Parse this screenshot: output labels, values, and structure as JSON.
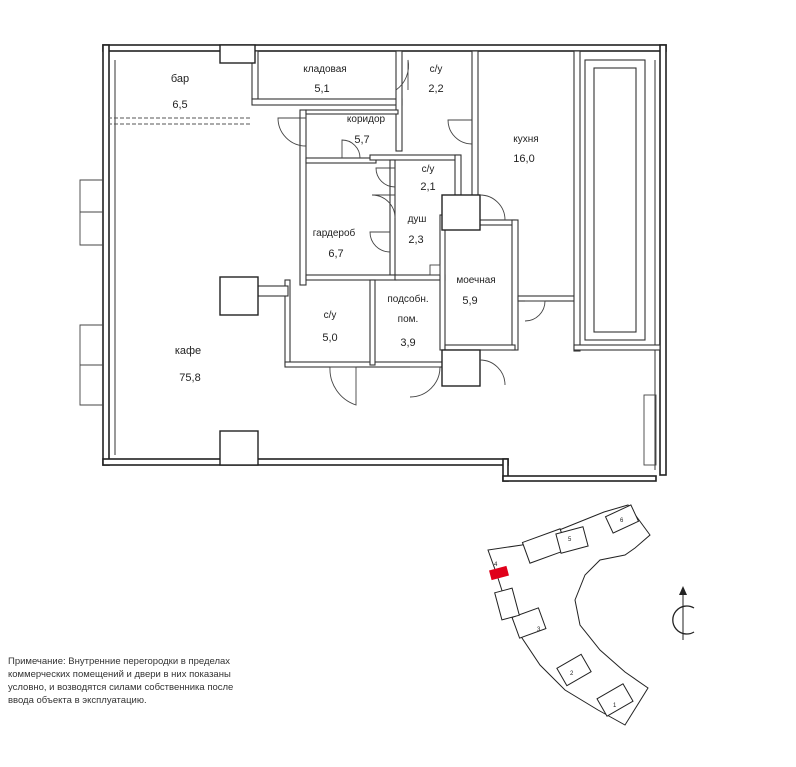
{
  "rooms": [
    {
      "name": "бар",
      "area": "6,5"
    },
    {
      "name": "кладовая",
      "area": "5,1"
    },
    {
      "name": "с/у",
      "area": "2,2"
    },
    {
      "name": "коридор",
      "area": "5,7"
    },
    {
      "name": "кухня",
      "area": "16,0"
    },
    {
      "name": "с/у",
      "area": "2,1"
    },
    {
      "name": "гардероб",
      "area": "6,7"
    },
    {
      "name": "душ",
      "area": "2,3"
    },
    {
      "name": "моечная",
      "area": "5,9"
    },
    {
      "name": "с/у",
      "area": "5,0"
    },
    {
      "name": "подсобн.",
      "name2": "пом.",
      "area": "3,9"
    },
    {
      "name": "кафе",
      "area": "75,8"
    }
  ],
  "note": {
    "line1": "Примечание: Внутренние перегородки в пределах",
    "line2": "коммерческих помещений  и двери в них показаны",
    "line3": "условно, и возводятся силами собственника после",
    "line4": "ввода объекта в эксплуатацию."
  },
  "key_plan": {
    "section_numbers": [
      "1",
      "2",
      "3",
      "4",
      "5",
      "6"
    ],
    "highlight_color": "#e0001a"
  },
  "colors": {
    "walls": "#222222",
    "background": "#ffffff"
  }
}
